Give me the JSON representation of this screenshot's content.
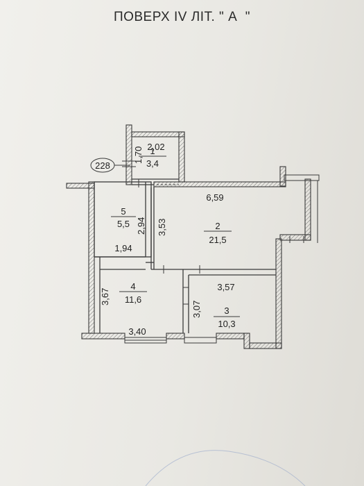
{
  "title": "ПОВЕРХ IV ЛІТ. \" А  \"",
  "marker": "228",
  "rooms": [
    {
      "id": "1",
      "area": "3,4"
    },
    {
      "id": "2",
      "area": "21,5"
    },
    {
      "id": "3",
      "area": "10,3"
    },
    {
      "id": "4",
      "area": "11,6"
    },
    {
      "id": "5",
      "area": "5,5"
    }
  ],
  "dimensions": {
    "d_2_02": "2,02",
    "d_1_70": "1,70",
    "d_6_59": "6,59",
    "d_3_53": "3,53",
    "d_2_94": "2,94",
    "d_1_94": "1,94",
    "d_3_67": "3,67",
    "d_3_40": "3,40",
    "d_3_57": "3,57",
    "d_3_07": "3,07"
  }
}
